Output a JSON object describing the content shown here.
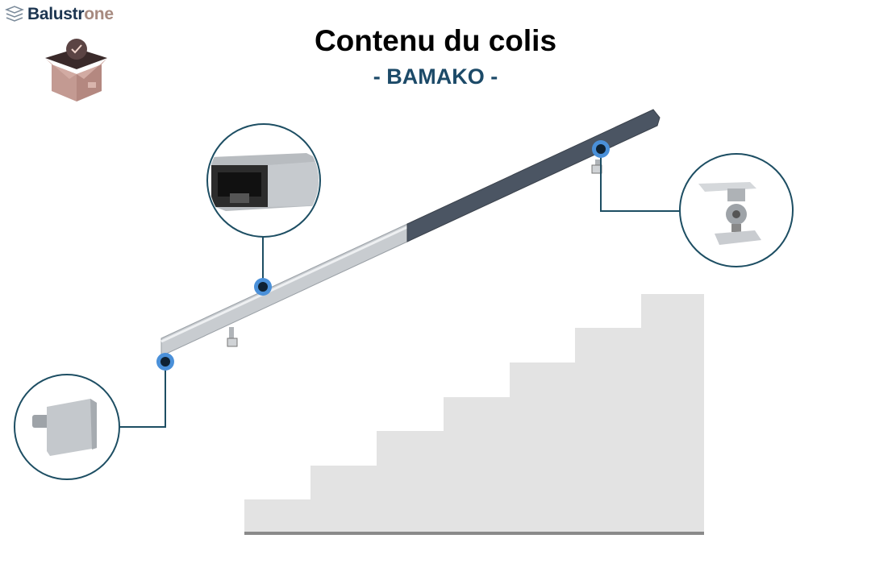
{
  "brand": {
    "name_main": "Balustr",
    "name_accent": "one"
  },
  "header": {
    "title": "Contenu du colis",
    "subtitle": "- BAMAKO -"
  },
  "colors": {
    "accent": "#1c4a68",
    "callout": "#1d4e63",
    "dot": "#4a90d9",
    "rail_dark": "#4b5563",
    "rail_light": "#c4c8cc",
    "stairs": "#e3e3e3"
  },
  "parts": [
    {
      "id": "handrail-profile",
      "icon": "rail-profile-closeup"
    },
    {
      "id": "wall-bracket",
      "icon": "bracket-closeup"
    },
    {
      "id": "end-cap",
      "icon": "end-cap-closeup"
    }
  ]
}
